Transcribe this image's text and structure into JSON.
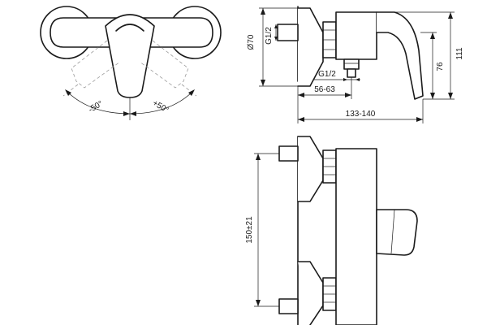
{
  "dimensions": {
    "rotation_minus": "-50°",
    "rotation_plus": "+50°",
    "flange_diameter": "Ø70",
    "outlet_thread": "G1/2",
    "inlet_thread": "G1/2",
    "outlet_offset": "56-63",
    "total_depth": "133-140",
    "lever_height": "76",
    "total_height": "111",
    "inlet_spacing": "150±21"
  }
}
